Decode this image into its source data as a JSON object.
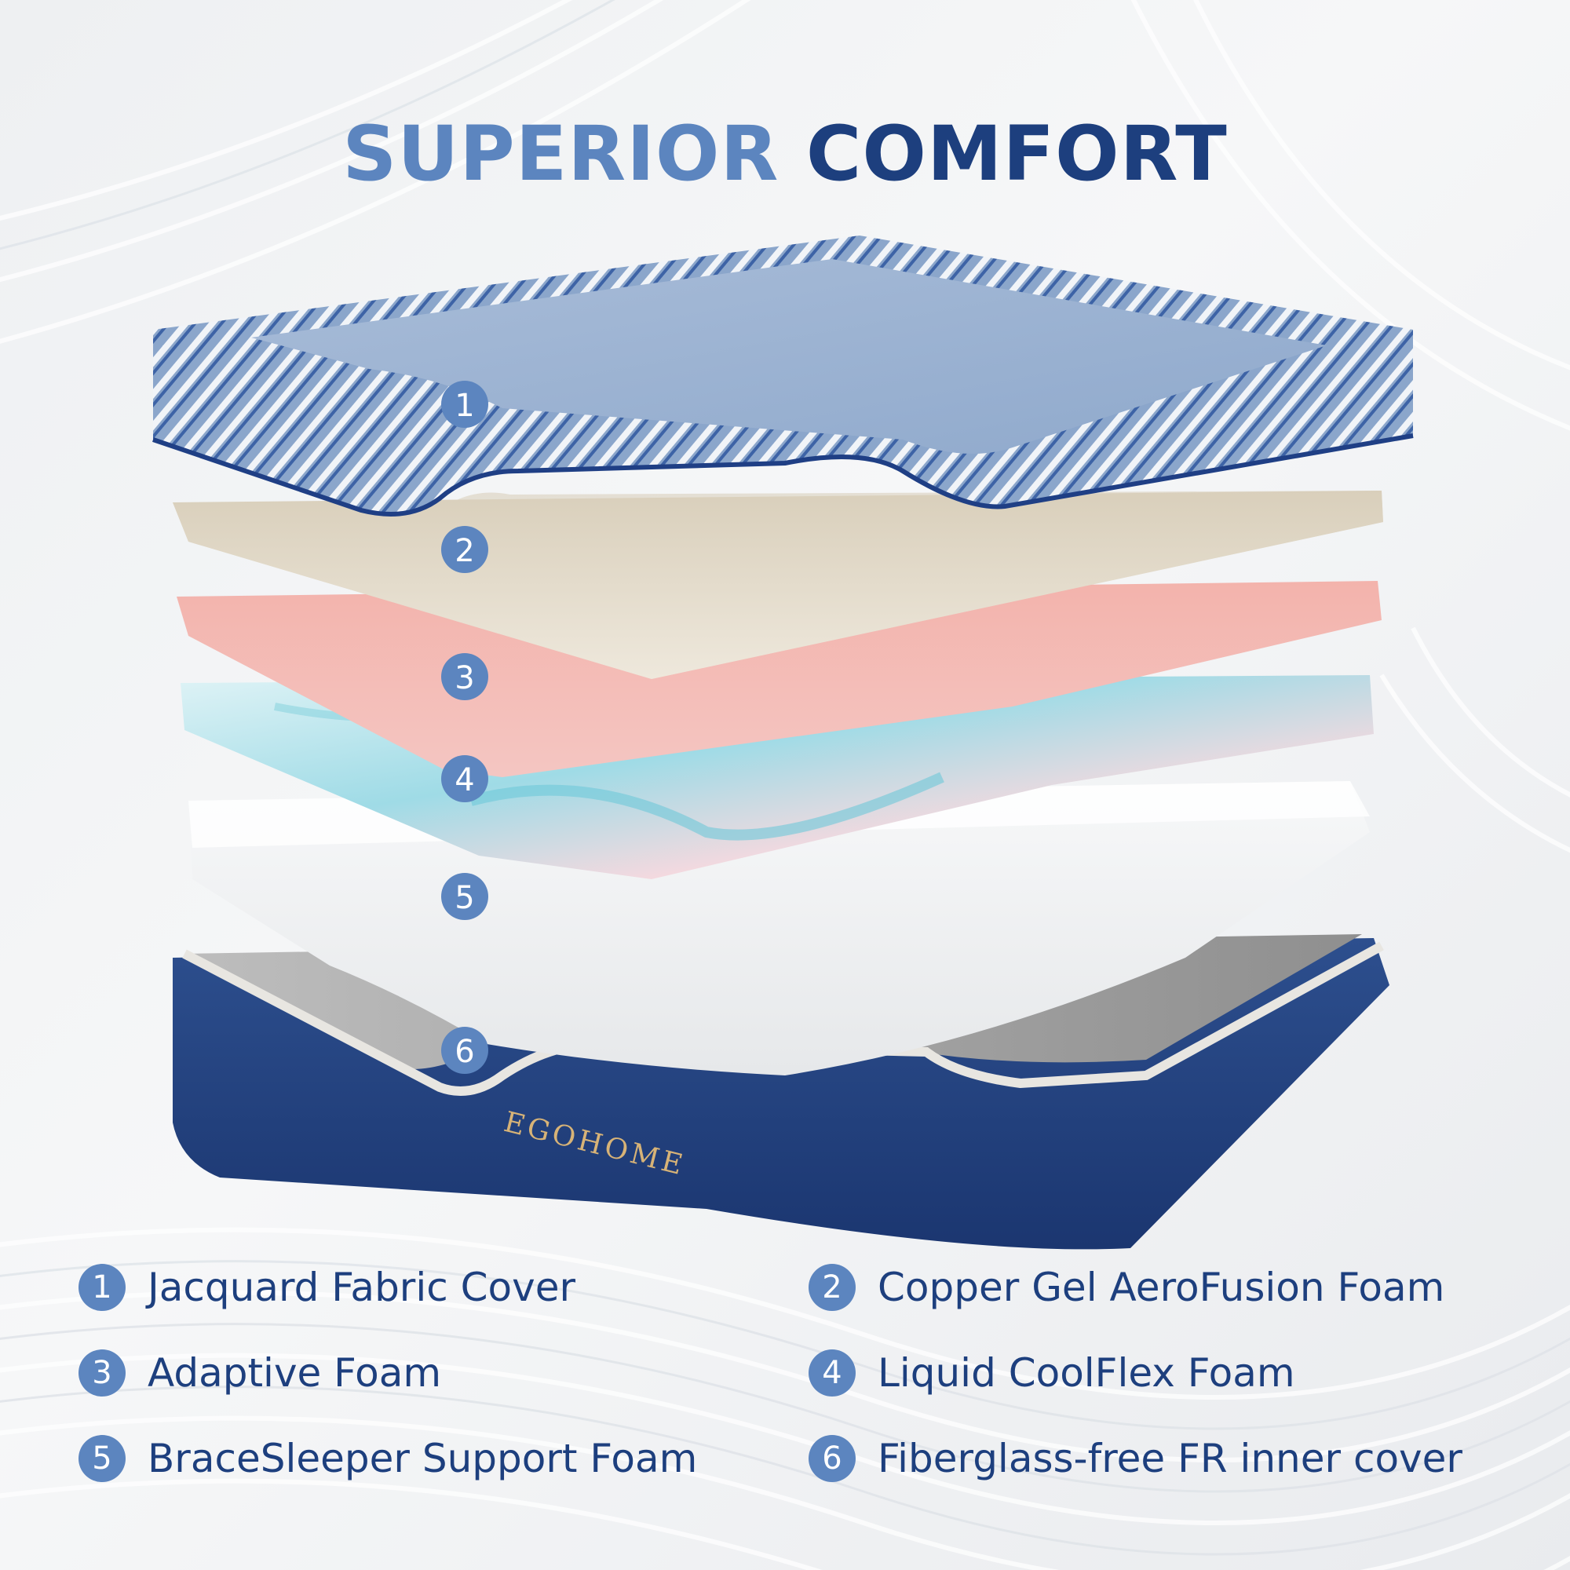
{
  "header": {
    "title_part1": "SUPERIOR",
    "title_part2": "COMFORT"
  },
  "brand": {
    "logo_text": "EGOHOME"
  },
  "colors": {
    "accent": "#5c85bf",
    "navy": "#1d3f7e",
    "cover_blue": "#8fa8c9",
    "copper_gel": "#ddd4c2",
    "adaptive_pink": "#f0aea7",
    "coolflex": "#bfe5ec",
    "support_white": "#f4f5f6",
    "base_navy": "#24447f"
  },
  "layers": [
    {
      "number": "1",
      "name": "Jacquard Fabric Cover"
    },
    {
      "number": "2",
      "name": "Copper Gel AeroFusion Foam"
    },
    {
      "number": "3",
      "name": "Adaptive Foam"
    },
    {
      "number": "4",
      "name": "Liquid CoolFlex Foam"
    },
    {
      "number": "5",
      "name": "BraceSleeper Support Foam"
    },
    {
      "number": "6",
      "name": "Fiberglass-free FR inner cover"
    }
  ]
}
